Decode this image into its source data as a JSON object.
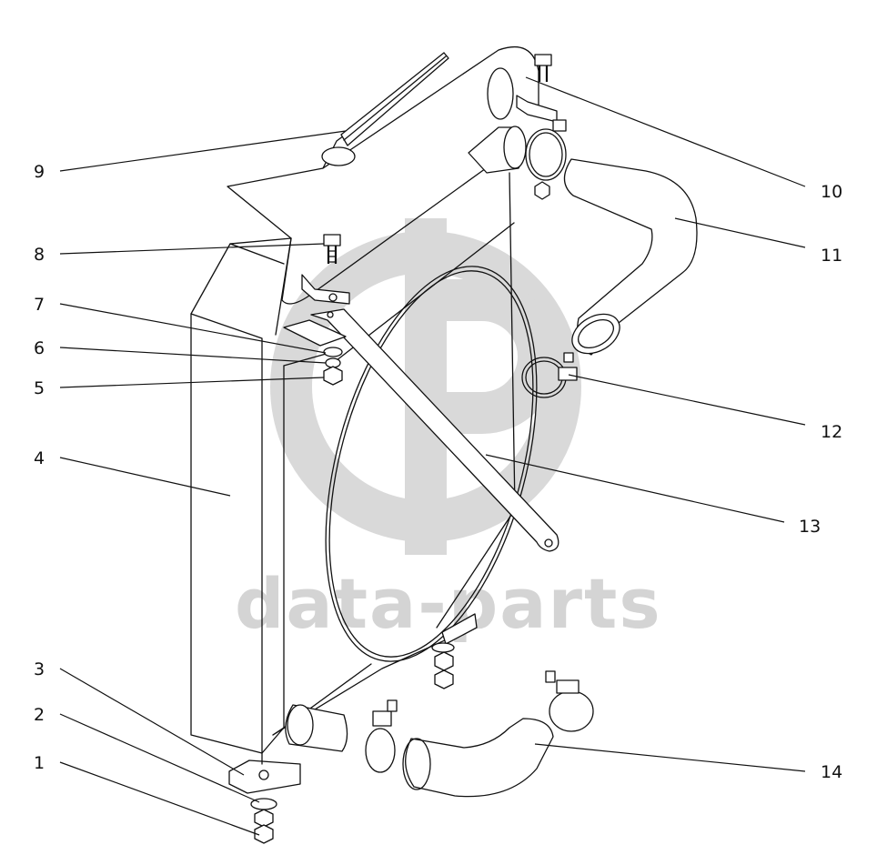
{
  "watermark": {
    "text": "data-parts",
    "logo_icon": "gp-logo-icon",
    "color": "#d4d4d4"
  },
  "callouts": [
    {
      "label": "1"
    },
    {
      "label": "2"
    },
    {
      "label": "3"
    },
    {
      "label": "4"
    },
    {
      "label": "5"
    },
    {
      "label": "6"
    },
    {
      "label": "7"
    },
    {
      "label": "8"
    },
    {
      "label": "9"
    },
    {
      "label": "10"
    },
    {
      "label": "11"
    },
    {
      "label": "12"
    },
    {
      "label": "13"
    },
    {
      "label": "14"
    }
  ]
}
